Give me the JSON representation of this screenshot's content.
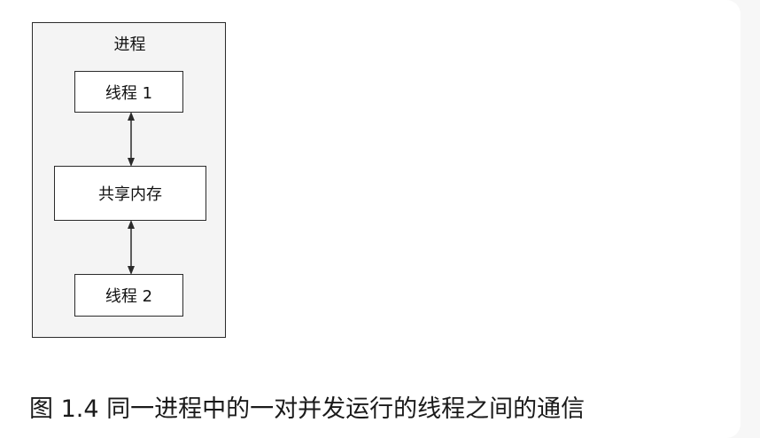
{
  "diagram": {
    "process_label": "进程",
    "nodes": [
      {
        "id": "thread1",
        "label": "线程 1"
      },
      {
        "id": "shared_memory",
        "label": "共享内存"
      },
      {
        "id": "thread2",
        "label": "线程 2"
      }
    ],
    "edges": [
      {
        "from": "thread1",
        "to": "shared_memory",
        "direction": "both"
      },
      {
        "from": "shared_memory",
        "to": "thread2",
        "direction": "both"
      }
    ]
  },
  "caption": "图 1.4 同一进程中的一对并发运行的线程之间的通信",
  "colors": {
    "border": "#2b2b2b",
    "process_fill": "#f4f4f4",
    "node_fill": "#ffffff",
    "page_background": "#f7f7f7"
  }
}
